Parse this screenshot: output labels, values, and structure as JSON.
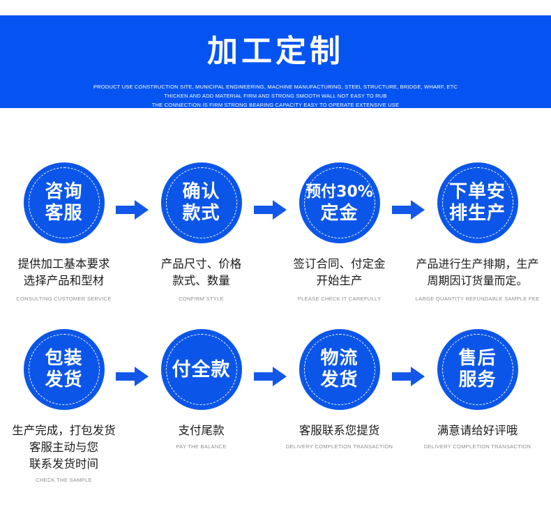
{
  "banner": {
    "title": "加工定制",
    "subtitle_lines": [
      "PRODUCT USE CONSTRUCTION SITE, MUNICIPAL ENGINEERING, MACHINE MANUFACTURING, STEEL STRUCTURE, BRIDGE, WHARF, ETC",
      "THICKEN AND ADD MATERIAL  FIRM AND STRONG  SMOOTH WALL  NOT EASY TO RUB",
      "THE CONNECTION IS FIRM  STRONG BEARING CAPACITY  EASY TO OPERATE EXTENSIVE USE"
    ],
    "background_color": "#0554F2",
    "text_color": "#FFFFFF"
  },
  "colors": {
    "banner_blue": "#0554F2",
    "circle_blue": "#0B56E8",
    "arrow_blue": "#1257E8",
    "caption_cn": "#1A1A1A",
    "caption_en": "#8E8E8E",
    "page_background": "#FFFFFF"
  },
  "arrow_icon": "arrow-right-icon",
  "flow": {
    "rows": [
      {
        "steps": [
          {
            "circle_lines": [
              "咨询",
              "客服"
            ],
            "caption_cn_lines": [
              "提供加工基本要求",
              "选择产品和型材"
            ],
            "caption_en": "CONSULTING CUSTOMER SERVICE"
          },
          {
            "circle_lines": [
              "确认",
              "款式"
            ],
            "caption_cn_lines": [
              "产品尺寸、价格",
              "款式、数量"
            ],
            "caption_en": "CONFIRM STYLE"
          },
          {
            "circle_lines": [
              "预付30%",
              "定金"
            ],
            "caption_cn_lines": [
              "签订合同、付定金",
              "开始生产"
            ],
            "caption_en": "PLEASE CHECK IT CAREFULLY"
          },
          {
            "circle_lines": [
              "下单安",
              "排生产"
            ],
            "caption_cn_lines": [
              "产品进行生产排期，生产",
              "周期因订货量而定。"
            ],
            "caption_en": "LARGE QUANTITY REFUNDABLE SAMPLE FEE"
          }
        ]
      },
      {
        "steps": [
          {
            "circle_lines": [
              "包装",
              "发货"
            ],
            "caption_cn_lines": [
              "生产完成，打包发货",
              "客服主动与您",
              "联系发货时间"
            ],
            "caption_en": "CHECK THE SAMPLE"
          },
          {
            "circle_lines": [
              "付全款"
            ],
            "caption_cn_lines": [
              "支付尾款"
            ],
            "caption_en": "PAY THE BALANCE"
          },
          {
            "circle_lines": [
              "物流",
              "发货"
            ],
            "caption_cn_lines": [
              "客服联系您提货"
            ],
            "caption_en": "DELIVERY COMPLETION TRANSACTION"
          },
          {
            "circle_lines": [
              "售后",
              "服务"
            ],
            "caption_cn_lines": [
              "满意请给好评哦"
            ],
            "caption_en": "DELIVERY COMPLETION TRANSACTION"
          }
        ]
      }
    ]
  }
}
